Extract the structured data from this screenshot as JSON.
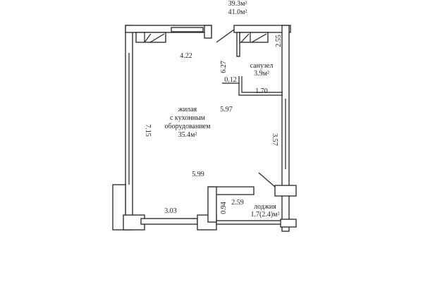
{
  "header": {
    "total_area_1": "39.3м²",
    "total_area_2": "41.0м²"
  },
  "rooms": {
    "living": {
      "line1": "жилая",
      "line2": "с кухонным",
      "line3": "оборудованием",
      "area": "35.4м²"
    },
    "bathroom": {
      "name": "санузел",
      "area": "3.9м²"
    },
    "loggia": {
      "name": "лоджия",
      "area": "1.7(2.4)м²"
    }
  },
  "dimensions": {
    "d_4_22": "4.22",
    "d_6_27": "6.27",
    "d_2_55": "2.55",
    "d_0_12": "0.12",
    "d_1_70": "1.70",
    "d_5_97": "5.97",
    "d_7_15": "7.15",
    "d_3_57": "3.57",
    "d_5_99": "5.99",
    "d_2_59": "2.59",
    "d_3_03": "3.03",
    "d_0_94": "0.94"
  }
}
